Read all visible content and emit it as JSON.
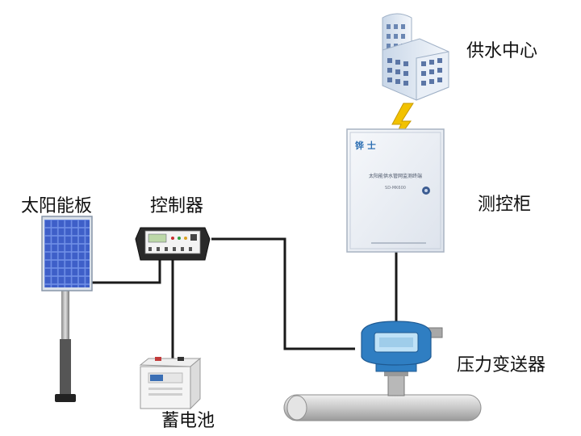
{
  "labels": {
    "water_supply_center": "供水中心",
    "control_cabinet": "测控柜",
    "solar_panel": "太阳能板",
    "controller": "控制器",
    "pressure_transmitter": "压力变送器",
    "battery": "蓄电池"
  },
  "cabinet_text": {
    "brand": "铧 士",
    "title": "太阳能供水管网监测终端",
    "model": "SD-MK600"
  },
  "colors": {
    "wire": "#1a1a1a",
    "lightning": "#f2c200",
    "cabinet": "#e9edf3",
    "transmitter": "#2e7fc0",
    "pipe": "#d4d4d4",
    "solar_cell": "#4d6fd1"
  }
}
